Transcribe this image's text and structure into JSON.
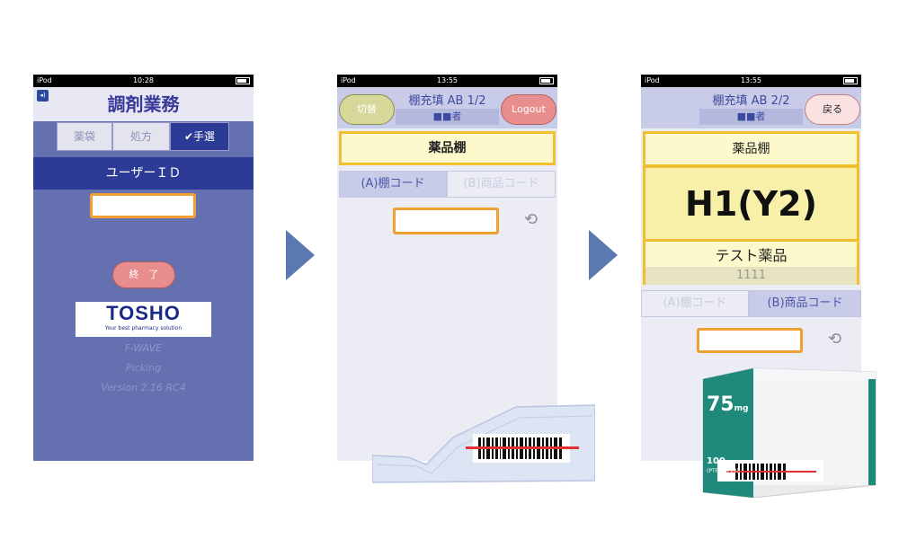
{
  "phone1": {
    "status": {
      "carrier": "iPod",
      "time": "10:28"
    },
    "title": "調剤業務",
    "segments": [
      {
        "label": "薬袋",
        "active": false
      },
      {
        "label": "処方",
        "active": false
      },
      {
        "label": "✔手選",
        "active": true
      }
    ],
    "userid_label": "ユーザーＩＤ",
    "end_button": "終　了",
    "logo": {
      "name": "TOSHO",
      "tagline": "Your best pharmacy solution"
    },
    "app_lines": [
      "F-WAVE",
      "Picking",
      "Version 2.16 RC4"
    ]
  },
  "phone2": {
    "status": {
      "carrier": "iPod",
      "time": "13:55"
    },
    "nav_title": "棚充填 AB 1/2",
    "nav_sub": "■■者",
    "left_button": "切替",
    "right_button": "Logout",
    "shelf_label": "薬品棚",
    "tabs": [
      {
        "label": "(A)棚コード",
        "active": true
      },
      {
        "label": "(B)商品コード",
        "active": false
      }
    ]
  },
  "phone3": {
    "status": {
      "carrier": "iPod",
      "time": "13:55"
    },
    "nav_title": "棚充填 AB 2/2",
    "nav_sub": "■■者",
    "right_button": "戻る",
    "shelf_label": "薬品棚",
    "shelf_code": "H1(Y2)",
    "drug_name": "テスト薬品",
    "drug_number": "1111",
    "tabs": [
      {
        "label": "(A)棚コード",
        "active": false
      },
      {
        "label": "(B)商品コード",
        "active": true
      }
    ]
  },
  "product_box": {
    "dose": "75",
    "unit": "mg",
    "count": "100",
    "pack": "(PTP10×10)"
  },
  "colors": {
    "accent": "#f0a030",
    "nav": "#2c3b96",
    "arrow": "#5b78b0",
    "highlight": "#f0c030"
  }
}
